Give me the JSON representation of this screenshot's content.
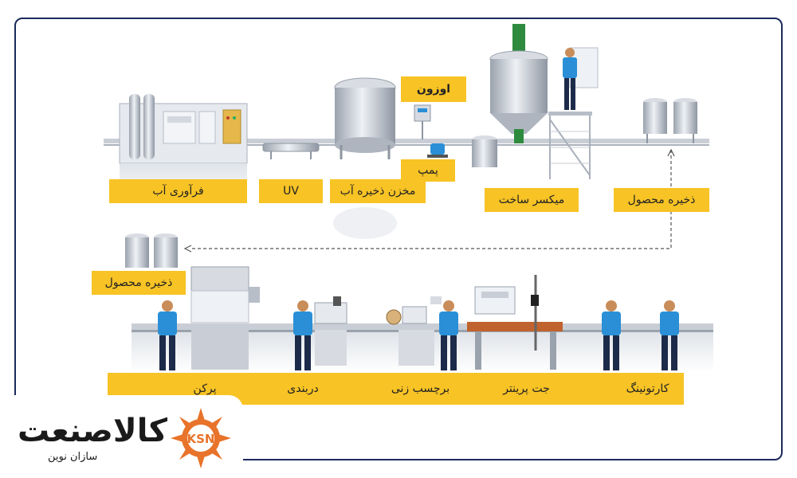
{
  "labels": {
    "water_treatment": "فرآوری آب",
    "uv": "UV",
    "water_tank": "مخزن ذخیره آب",
    "ozone": "اوزون",
    "pump": "پمپ",
    "mixer": "میکسر ساخت",
    "product_storage_top": "ذخیره محصول",
    "product_storage_left": "ذخیره محصول",
    "filling": "پرکن",
    "capping": "دربندی",
    "labeling": "برچسب زنی",
    "jet_printer": "جت پرینتر",
    "cartoning": "کارتونینگ"
  },
  "logo": {
    "name": "کالاصنعت",
    "tagline": "سازان نوین",
    "emblem": "KSN",
    "emblem_color": "#e8732a"
  },
  "colors": {
    "label_bg": "#f7c325",
    "frame": "#1b2a5c",
    "worker_shirt": "#2a8fd6",
    "worker_pants": "#1d2b4a",
    "steel": "#c9ced6"
  }
}
